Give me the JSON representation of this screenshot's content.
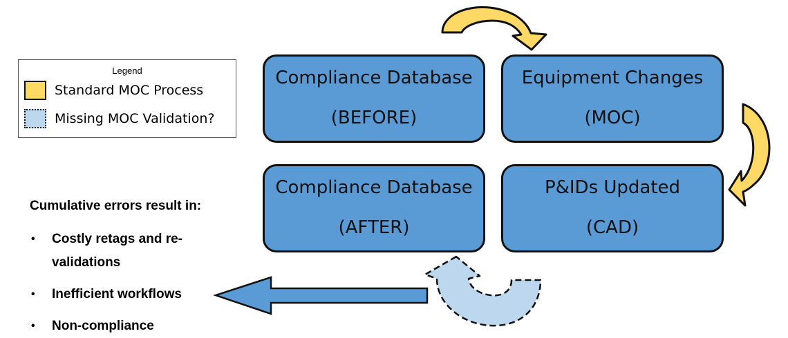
{
  "legend": {
    "title": "Legend",
    "standard_label": "Standard MOC Process",
    "missing_label": "Missing MOC Validation?"
  },
  "boxes": {
    "before": {
      "line1": "Compliance Database",
      "line2": "(BEFORE)"
    },
    "moc": {
      "line1": "Equipment Changes",
      "line2": "(MOC)"
    },
    "cad": {
      "line1": "P&IDs Updated",
      "line2": "(CAD)"
    },
    "after": {
      "line1": "Compliance Database",
      "line2": "(AFTER)"
    }
  },
  "errors": {
    "title": "Cumulative errors result in:",
    "items": [
      "Costly retags and re-validations",
      "Inefficient workflows",
      "Non-compliance"
    ]
  },
  "colors": {
    "box_fill": "#5b9bd5",
    "standard_arrow": "#ffd966",
    "missing_arrow": "#bdd7ee",
    "outline": "#111111"
  }
}
